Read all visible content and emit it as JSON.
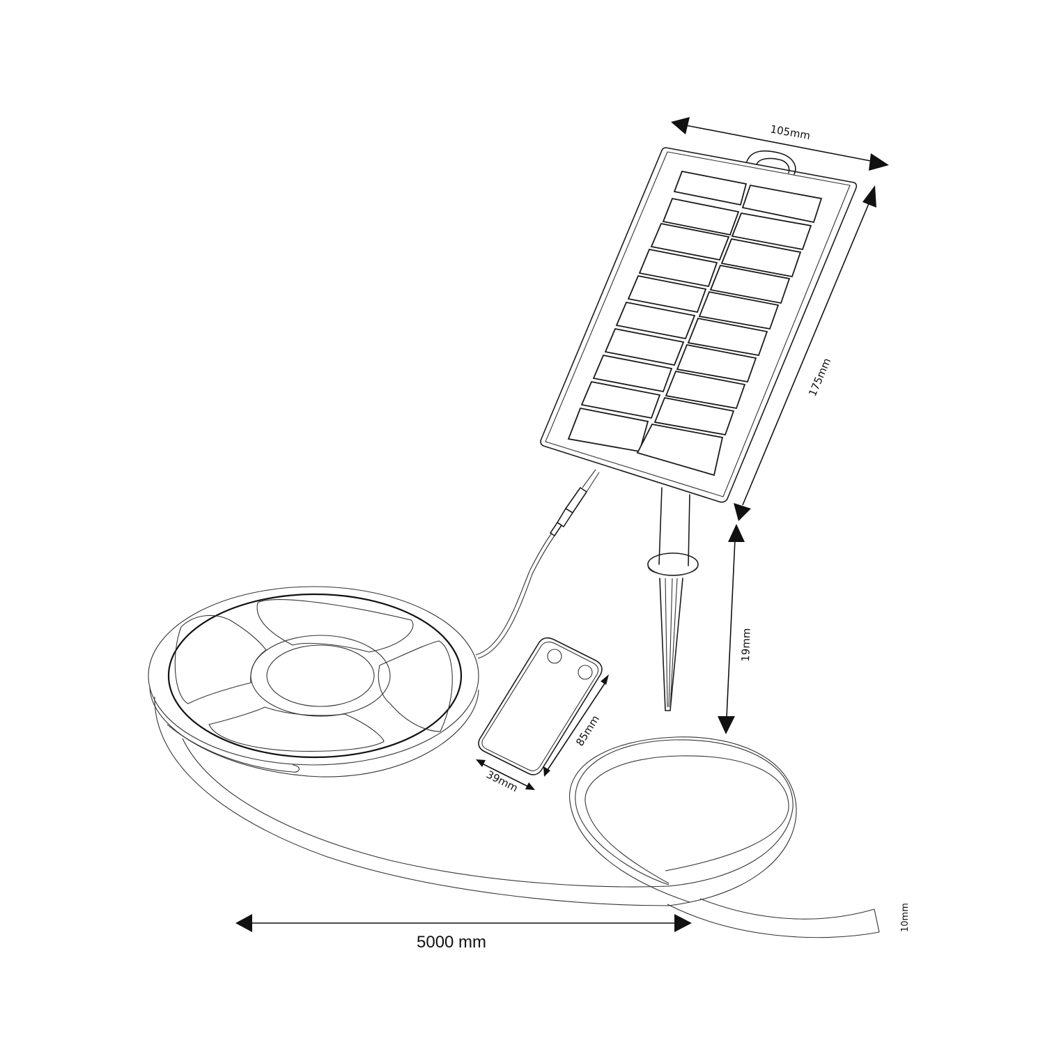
{
  "diagram": {
    "subject": "Solar LED strip kit with dimensions",
    "components": {
      "solar_panel": {
        "cells_rows": 10,
        "cells_cols": 2
      },
      "ground_stake": {},
      "led_strip_reel": {},
      "remote_control": {
        "buttons": 2
      },
      "cable_connector": {}
    },
    "dimensions": {
      "panel_width": "105mm",
      "panel_height": "175mm",
      "stake_height": "19mm",
      "remote_length": "85mm",
      "remote_width": "39mm",
      "strip_length": "5000 mm",
      "strip_width": "10mm"
    },
    "colors": {
      "line": "#1a1a1a",
      "background": "#ffffff"
    }
  }
}
